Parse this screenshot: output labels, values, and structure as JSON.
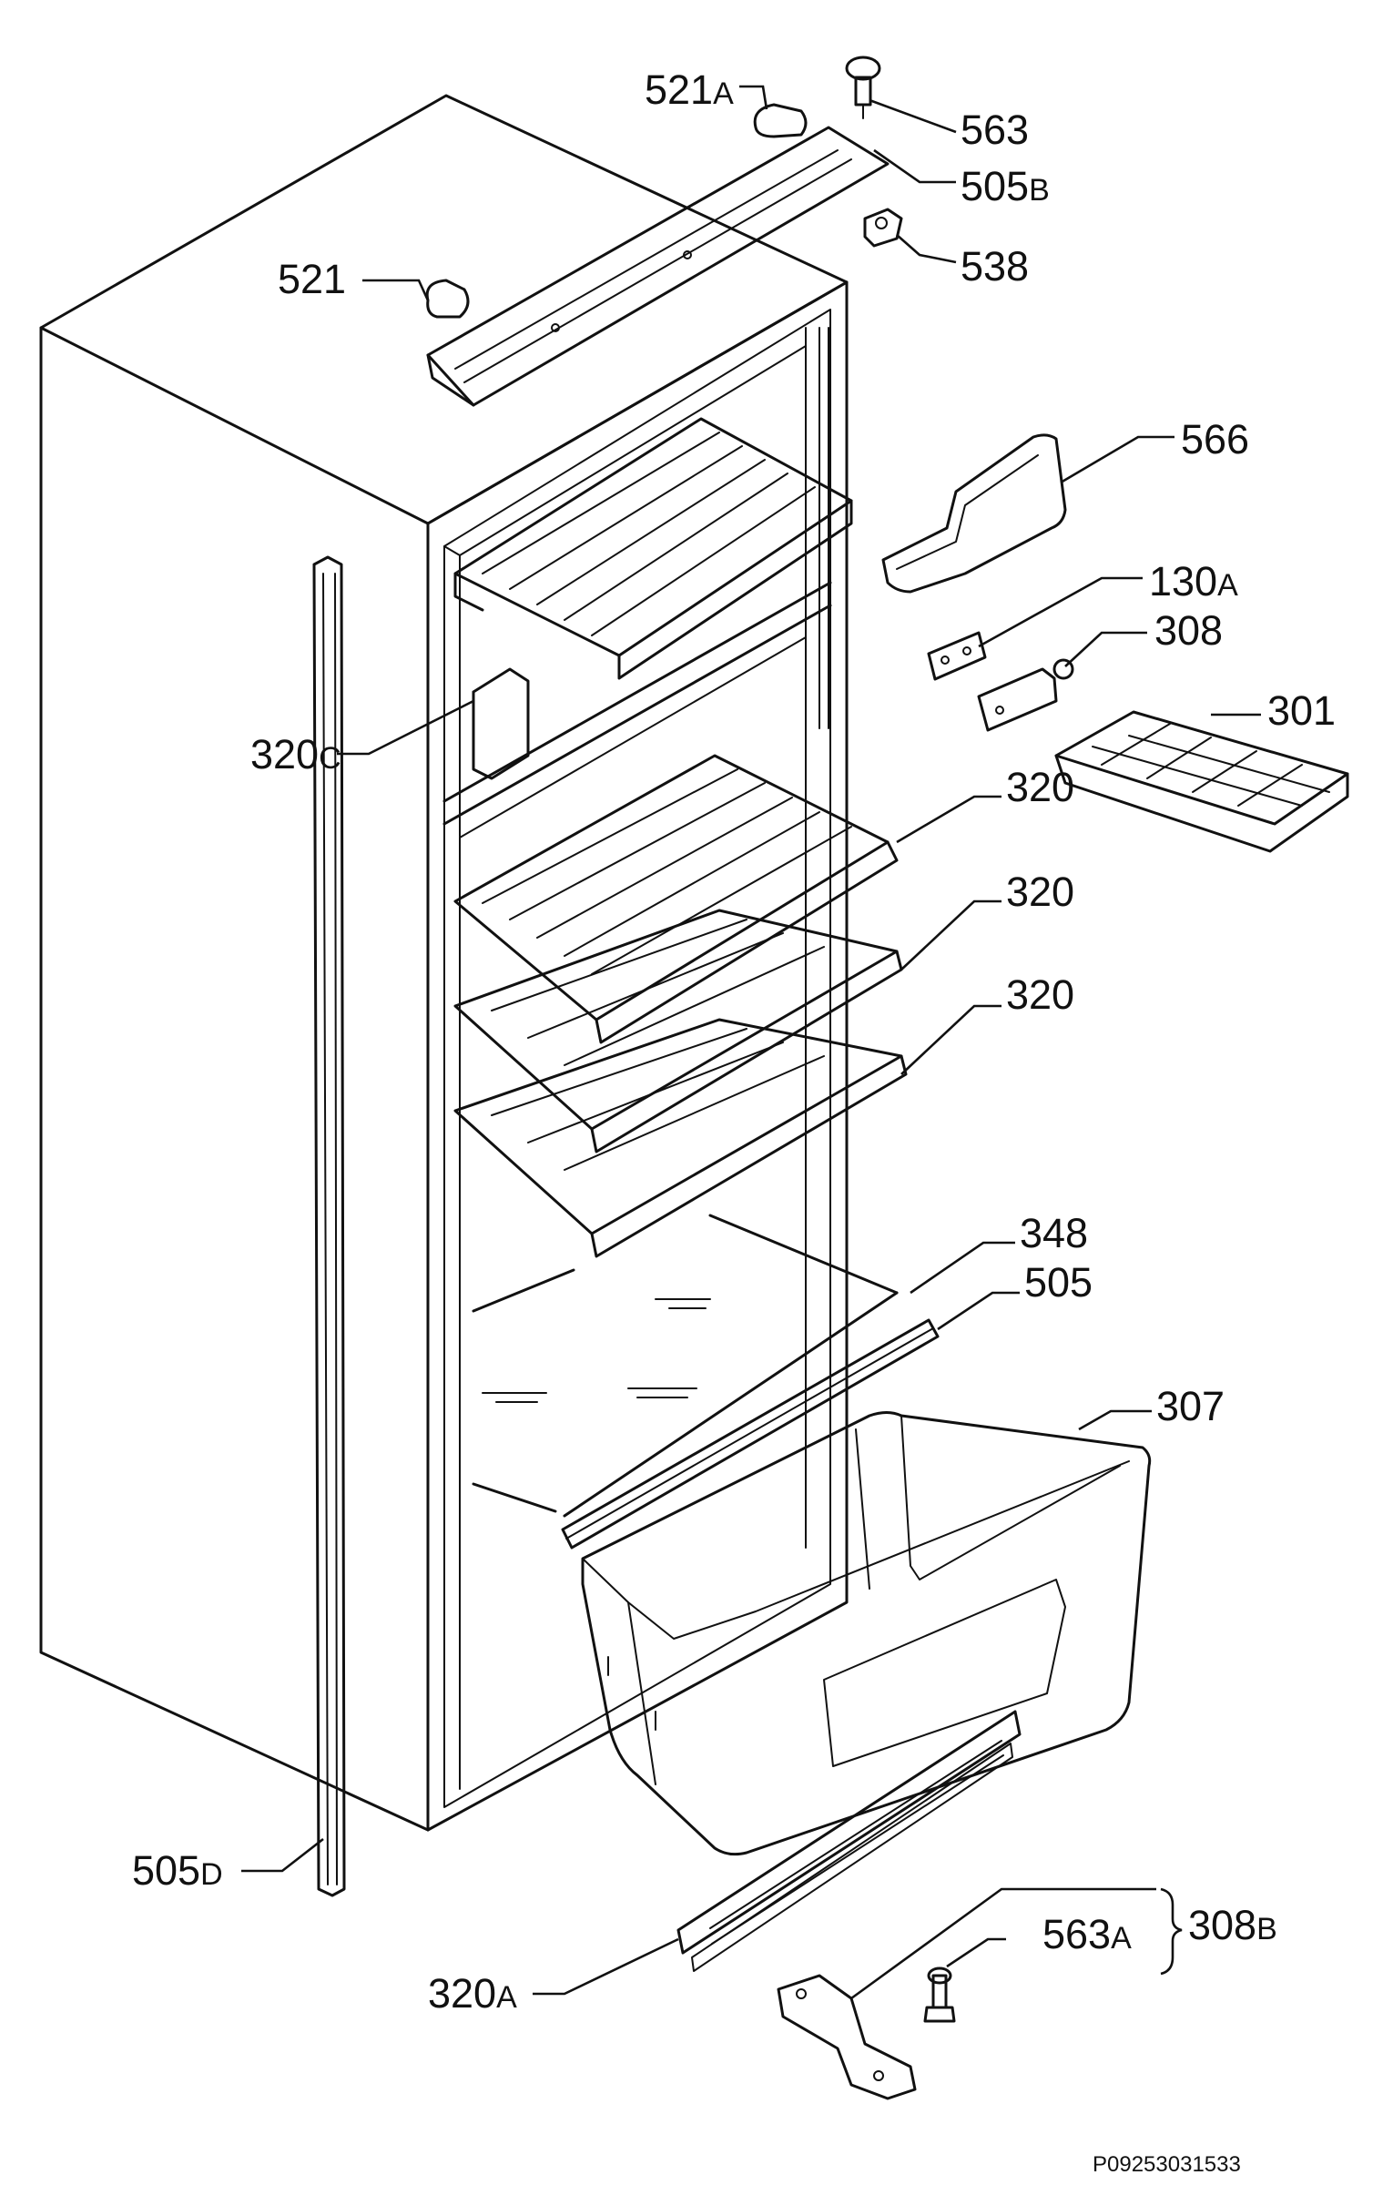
{
  "callouts": {
    "c521a": {
      "num": "521",
      "suffix": "A"
    },
    "c563": {
      "num": "563",
      "suffix": ""
    },
    "c505b": {
      "num": "505",
      "suffix": "B"
    },
    "c538": {
      "num": "538",
      "suffix": ""
    },
    "c521": {
      "num": "521",
      "suffix": ""
    },
    "c566": {
      "num": "566",
      "suffix": ""
    },
    "c130a": {
      "num": "130",
      "suffix": "A"
    },
    "c308": {
      "num": "308",
      "suffix": ""
    },
    "c301": {
      "num": "301",
      "suffix": ""
    },
    "c320c": {
      "num": "320",
      "suffix": "C"
    },
    "c320_1": {
      "num": "320",
      "suffix": ""
    },
    "c320_2": {
      "num": "320",
      "suffix": ""
    },
    "c320_3": {
      "num": "320",
      "suffix": ""
    },
    "c348": {
      "num": "348",
      "suffix": ""
    },
    "c505": {
      "num": "505",
      "suffix": ""
    },
    "c307": {
      "num": "307",
      "suffix": ""
    },
    "c505d": {
      "num": "505",
      "suffix": "D"
    },
    "c563a": {
      "num": "563",
      "suffix": "A"
    },
    "c308b": {
      "num": "308",
      "suffix": "B"
    },
    "c320a": {
      "num": "320",
      "suffix": "A"
    }
  },
  "doc_ref": "P09253031533"
}
